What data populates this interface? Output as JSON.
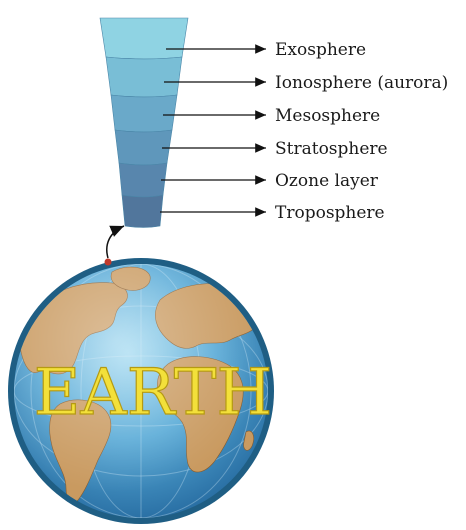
{
  "diagram": {
    "earth_label": "EARTH",
    "layers": [
      {
        "label": "Exosphere",
        "color": "#8fd3e3"
      },
      {
        "label": "Ionosphere (aurora)",
        "color": "#79bed6"
      },
      {
        "label": "Mesosphere",
        "color": "#6aa9c9"
      },
      {
        "label": "Stratosphere",
        "color": "#5f97bb"
      },
      {
        "label": "Ozone layer",
        "color": "#5886ad"
      },
      {
        "label": "Troposphere",
        "color": "#51769c"
      }
    ],
    "colors": {
      "ocean_light": "#67b8df",
      "ocean_dark": "#1d5f96",
      "globe_rim": "#1f5e84",
      "land": "#c99a60",
      "land_dark": "#8a5b2a",
      "marker": "#c0392b"
    },
    "icons": [
      "arrow-right-icon",
      "curved-arrow-icon",
      "location-dot-icon"
    ]
  }
}
